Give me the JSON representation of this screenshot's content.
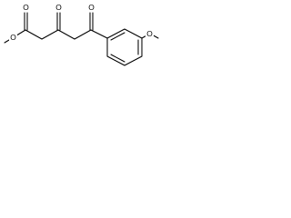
{
  "molecule": {
    "atom_labels": {
      "ester_carbonyl_oxygen": "O",
      "ester_ether_oxygen": "O",
      "ketone_oxygen_1": "O",
      "ketone_oxygen_2": "O",
      "methoxy_oxygen": "O"
    }
  }
}
